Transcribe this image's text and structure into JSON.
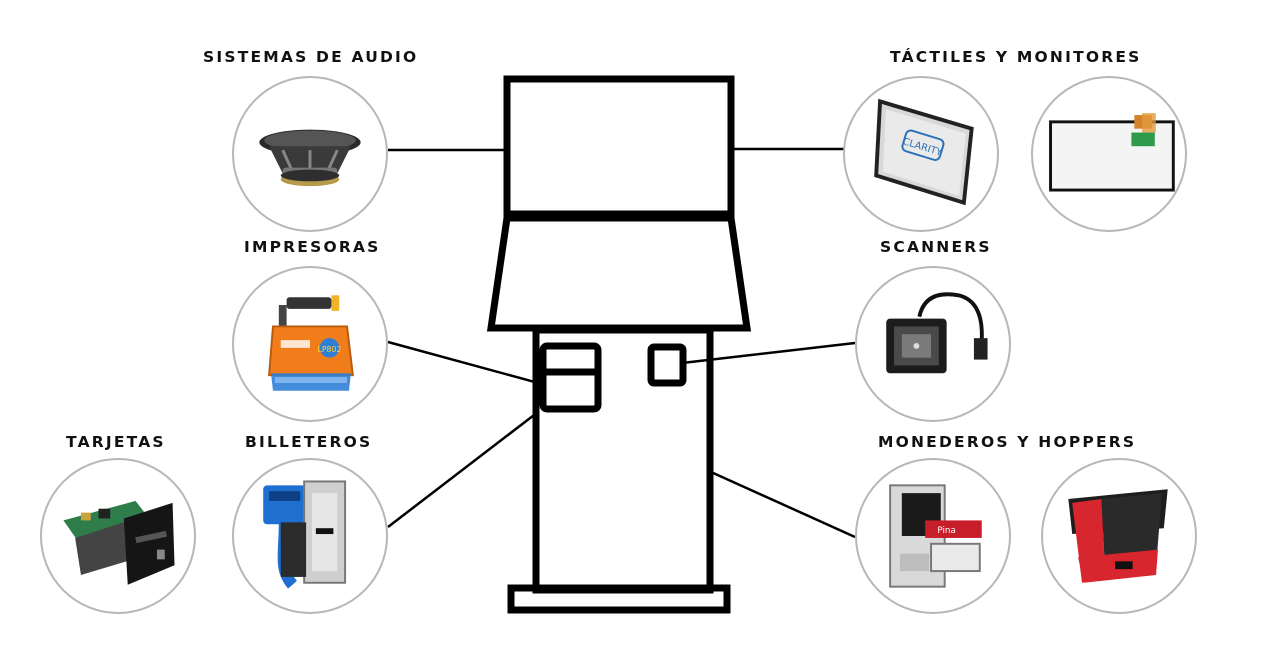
{
  "categories": {
    "audio": "SISTEMAS DE AUDIO",
    "touch": "TÁCTILES Y MONITORES",
    "printers": "IMPRESORAS",
    "scanners": "SCANNERS",
    "cards": "TARJETAS",
    "bills": "BILLETEROS",
    "coins": "MONEDEROS Y HOPPERS"
  },
  "product_text": {
    "monitor_brand": "CLARITY",
    "printer_model": "LP802",
    "coin_brand": "Pina"
  },
  "colors": {
    "kiosk": "#000000",
    "circle_border": "#b7b7b7",
    "printer_orange": "#f07d1a",
    "printer_blue": "#2f7fd6",
    "bill_blue": "#1f6fd1",
    "hopper_red": "#d8262e",
    "pcb_green": "#2e7d4a"
  },
  "icons": [
    "speaker-icon",
    "touch-monitor-icon",
    "touch-panel-icon",
    "thermal-printer-icon",
    "barcode-scanner-icon",
    "card-reader-icon",
    "bill-validator-icon",
    "coin-acceptor-icon",
    "hopper-icon"
  ]
}
